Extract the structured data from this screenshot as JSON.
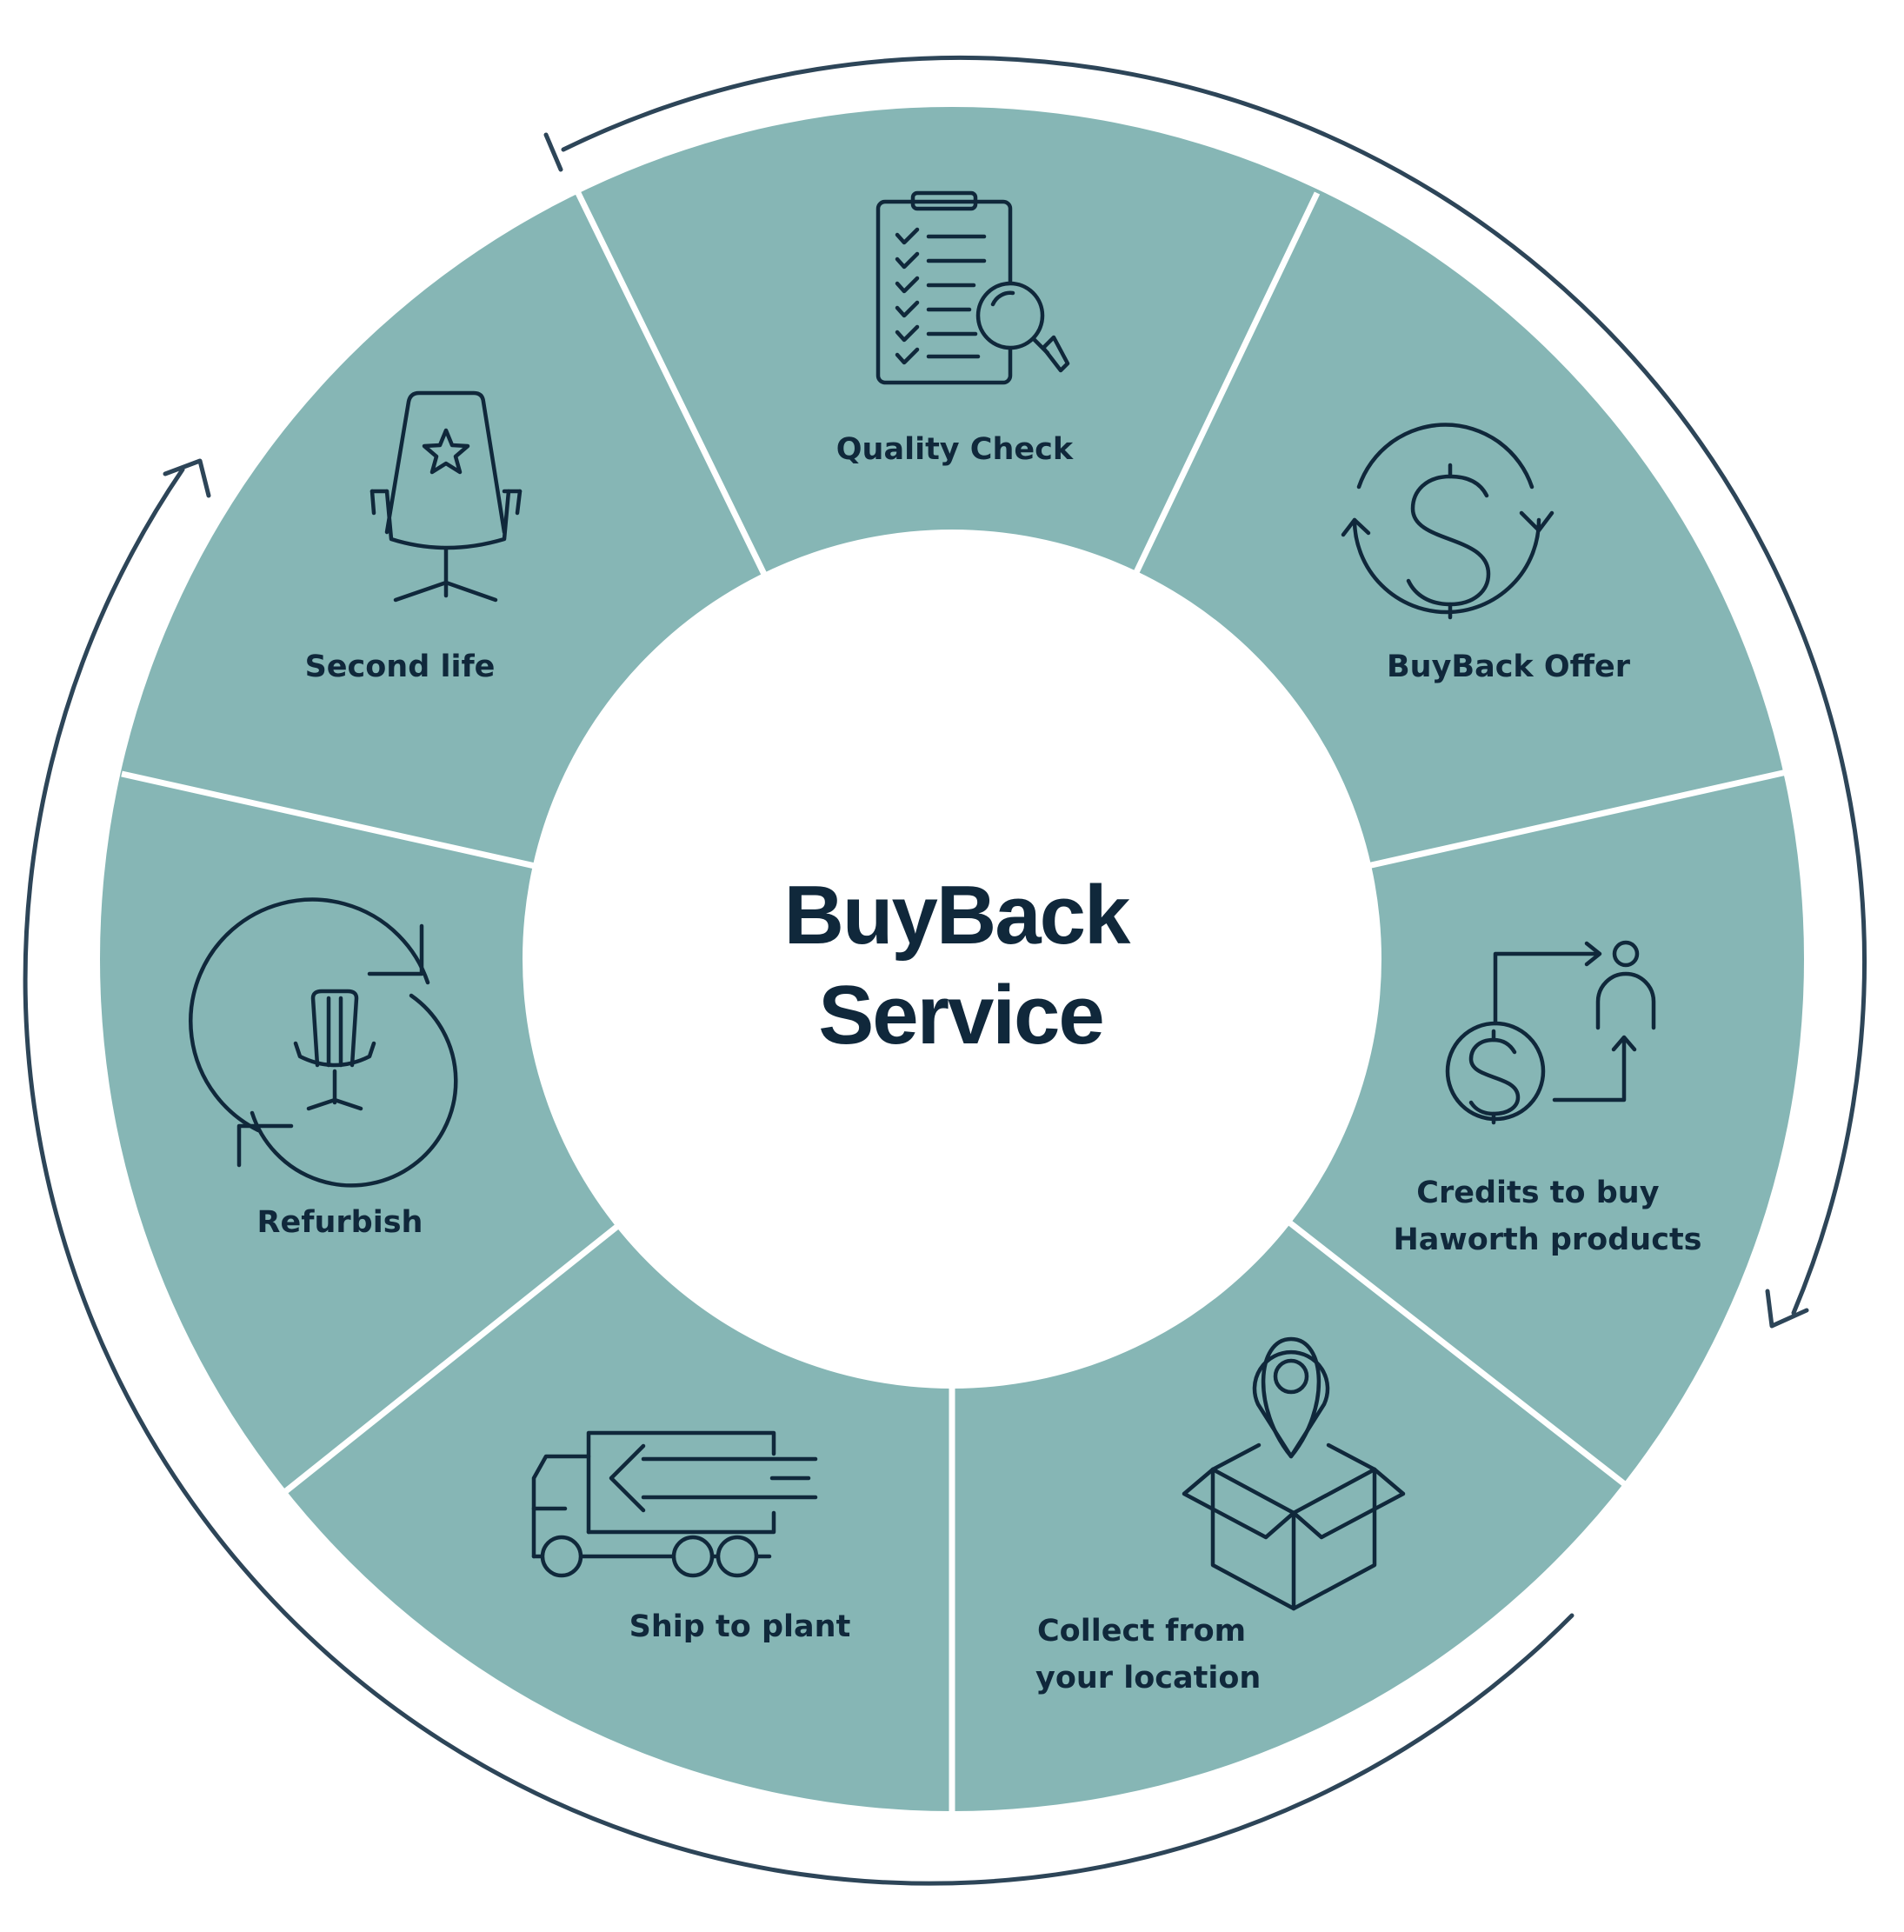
{
  "center": {
    "line1": "BuyBack",
    "line2": "Service"
  },
  "steps": [
    {
      "id": "quality-check",
      "label_lines": [
        "Quality Check"
      ],
      "icon": "clipboard-magnifier-icon"
    },
    {
      "id": "buyback-offer",
      "label_lines": [
        "BuyBack Offer"
      ],
      "icon": "dollar-cycle-icon"
    },
    {
      "id": "credits",
      "label_lines": [
        "Credits to buy",
        "Haworth products"
      ],
      "icon": "dollar-to-person-icon"
    },
    {
      "id": "collect",
      "label_lines": [
        "Collect from",
        "your location"
      ],
      "icon": "box-location-pin-icon"
    },
    {
      "id": "ship",
      "label_lines": [
        "Ship to plant"
      ],
      "icon": "truck-icon"
    },
    {
      "id": "refurbish",
      "label_lines": [
        "Refurbish"
      ],
      "icon": "refurbish-chair-icon"
    },
    {
      "id": "second-life",
      "label_lines": [
        "Second life"
      ],
      "icon": "chair-star-icon"
    }
  ],
  "colors": {
    "ring": "#86b6b5",
    "ink": "#10283b",
    "arrow": "#2d4558",
    "background": "#ffffff"
  }
}
